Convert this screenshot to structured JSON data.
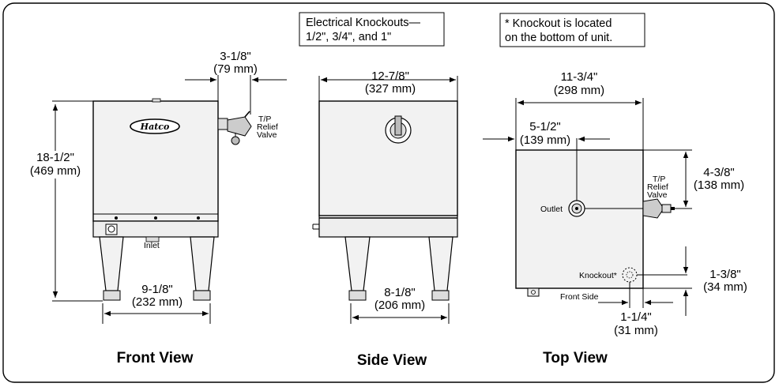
{
  "notes": {
    "electrical_knockouts": [
      "Electrical Knockouts—",
      "1/2\", 3/4\", and 1\""
    ],
    "knockout_location": [
      "* Knockout is located",
      "on the bottom of unit."
    ]
  },
  "front_view": {
    "title": "Front View",
    "height_in": "18-1/2\"",
    "height_mm": "(469 mm)",
    "offset_in": "3-1/8\"",
    "offset_mm": "(79 mm)",
    "leg_span_in": "9-1/8\"",
    "leg_span_mm": "(232 mm)",
    "tp_label": [
      "T/P",
      "Relief",
      "Valve"
    ],
    "inlet_label": "Inlet",
    "logo_text": "Hatco"
  },
  "side_view": {
    "title": "Side View",
    "width_in": "12-7/8\"",
    "width_mm": "(327 mm)",
    "leg_span_in": "8-1/8\"",
    "leg_span_mm": "(206 mm)"
  },
  "top_view": {
    "title": "Top View",
    "width_in": "11-3/4\"",
    "width_mm": "(298 mm)",
    "outlet_offset_in": "5-1/2\"",
    "outlet_offset_mm": "(139 mm)",
    "tp_offset_in": "4-3/8\"",
    "tp_offset_mm": "(138 mm)",
    "knockout_y_in": "1-3/8\"",
    "knockout_y_mm": "(34 mm)",
    "knockout_x_in": "1-1/4\"",
    "knockout_x_mm": "(31 mm)",
    "tp_label": [
      "T/P",
      "Relief",
      "Valve"
    ],
    "outlet_label": "Outlet",
    "knockout_label": "Knockout*",
    "front_side_label": "Front Side"
  }
}
